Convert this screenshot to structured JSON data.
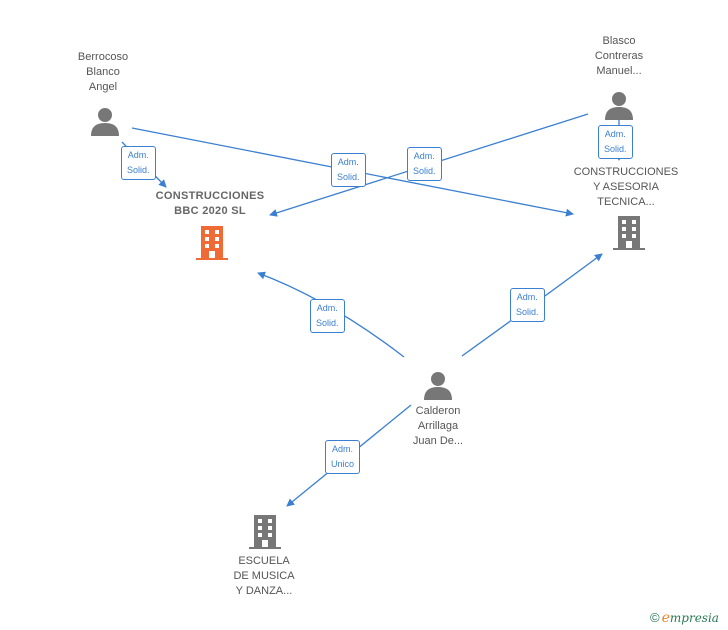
{
  "colors": {
    "edge": "#3a7fd0",
    "person_icon": "#777777",
    "company_icon": "#777777",
    "focus_company_icon": "#f06a35"
  },
  "nodes": {
    "berrocoso": {
      "lines": [
        "Berrocoso",
        "Blanco",
        "Angel"
      ],
      "icon": "person-icon"
    },
    "blasco": {
      "lines": [
        "Blasco",
        "Contreras",
        "Manuel..."
      ],
      "icon": "person-icon"
    },
    "calderon": {
      "lines": [
        "Calderon",
        "Arrillaga",
        "Juan De..."
      ],
      "icon": "person-icon"
    },
    "bbc2020": {
      "lines": [
        "CONSTRUCCIONES",
        "BBC 2020  SL"
      ],
      "icon": "building-icon"
    },
    "asesoria": {
      "lines": [
        "CONSTRUCCIONES",
        "Y ASESORIA",
        "TECNICA..."
      ],
      "icon": "building-icon"
    },
    "escuela": {
      "lines": [
        "ESCUELA",
        "DE MUSICA",
        "Y DANZA..."
      ],
      "icon": "building-icon"
    }
  },
  "edges": [
    {
      "from": "berrocoso",
      "to": "bbc2020",
      "label": [
        "Adm.",
        "Solid."
      ]
    },
    {
      "from": "berrocoso",
      "to": "asesoria",
      "label": [
        "Adm.",
        "Solid."
      ]
    },
    {
      "from": "blasco",
      "to": "bbc2020",
      "label": [
        "Adm.",
        "Solid."
      ]
    },
    {
      "from": "blasco",
      "to": "asesoria",
      "label": [
        "Adm.",
        "Solid."
      ]
    },
    {
      "from": "calderon",
      "to": "bbc2020",
      "label": [
        "Adm.",
        "Solid."
      ]
    },
    {
      "from": "calderon",
      "to": "asesoria",
      "label": [
        "Adm.",
        "Solid."
      ]
    },
    {
      "from": "calderon",
      "to": "escuela",
      "label": [
        "Adm.",
        "Unico"
      ]
    }
  ],
  "watermark": {
    "symbol": "©",
    "brand_initial": "e",
    "brand_rest": "mpresia"
  }
}
